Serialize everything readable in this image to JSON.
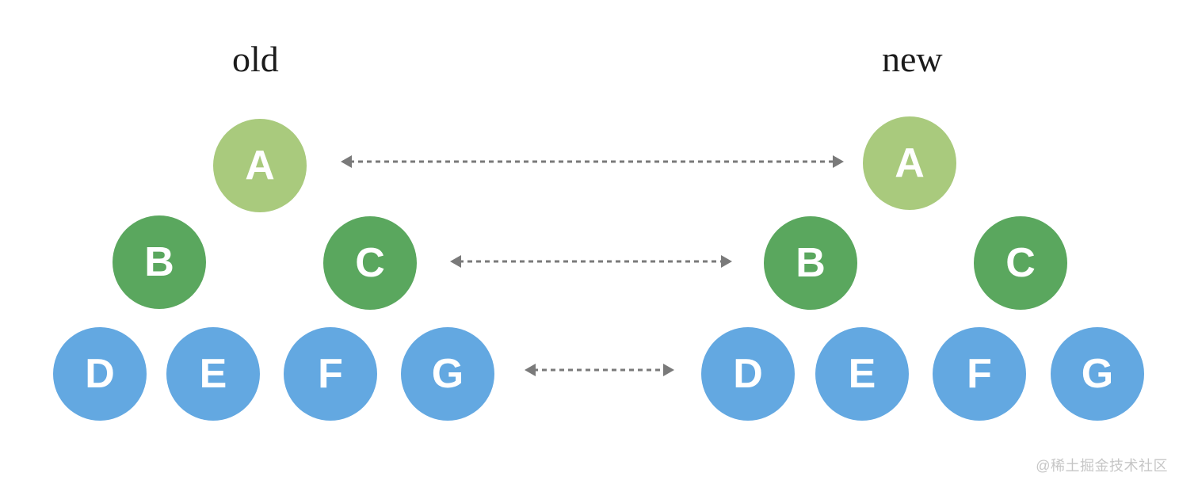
{
  "diagram": {
    "old_tree": {
      "label": "old",
      "nodes": [
        {
          "id": "A",
          "label": "A",
          "level": "root"
        },
        {
          "id": "B",
          "label": "B",
          "level": "branch"
        },
        {
          "id": "C",
          "label": "C",
          "level": "branch"
        },
        {
          "id": "D",
          "label": "D",
          "level": "leaf"
        },
        {
          "id": "E",
          "label": "E",
          "level": "leaf"
        },
        {
          "id": "F",
          "label": "F",
          "level": "leaf"
        },
        {
          "id": "G",
          "label": "G",
          "level": "leaf"
        }
      ]
    },
    "new_tree": {
      "label": "new",
      "nodes": [
        {
          "id": "A",
          "label": "A",
          "level": "root"
        },
        {
          "id": "B",
          "label": "B",
          "level": "branch"
        },
        {
          "id": "C",
          "label": "C",
          "level": "branch"
        },
        {
          "id": "D",
          "label": "D",
          "level": "leaf"
        },
        {
          "id": "E",
          "label": "E",
          "level": "leaf"
        },
        {
          "id": "F",
          "label": "F",
          "level": "leaf"
        },
        {
          "id": "G",
          "label": "G",
          "level": "leaf"
        }
      ]
    },
    "arrows": [
      {
        "connects": "old.A ↔ new.A",
        "style": "dashed-double-headed"
      },
      {
        "connects": "old.C ↔ new.B",
        "style": "dashed-double-headed"
      },
      {
        "connects": "old.G ↔ new.D",
        "style": "dashed-double-headed"
      }
    ]
  },
  "colors": {
    "background": "#ffffff",
    "root_node": "#a9ca7d",
    "branch_node": "#5aa75e",
    "leaf_node": "#63a8e1",
    "node_letter": "#ffffff",
    "arrow": "#7a7a7a",
    "label_text": "#1b1b1b",
    "watermark": "#c6c6c6"
  },
  "watermark": {
    "text": "@稀土掘金技术社区"
  }
}
